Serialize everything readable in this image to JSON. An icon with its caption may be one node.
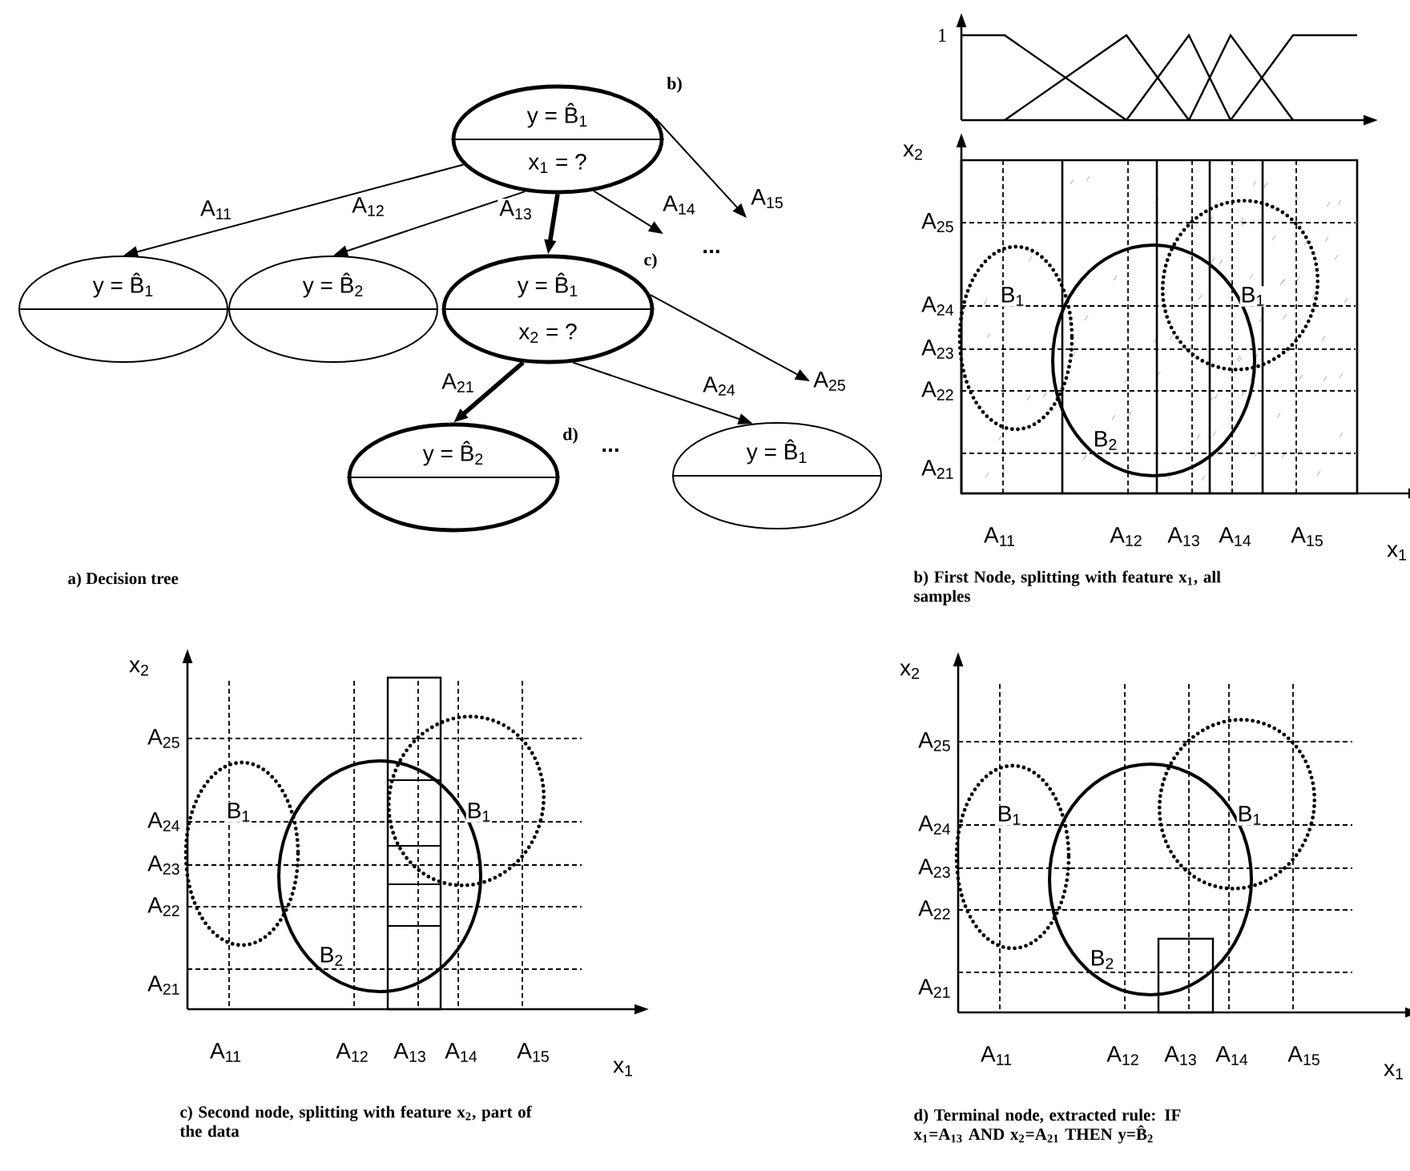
{
  "diagram": {
    "nodes": [
      {
        "text": [
          "y = B̂$_{1}$",
          "x$_{1}$ = ?"
        ],
        "beside": [
          "b)"
        ]
      },
      {
        "text": [
          "y = B̂$_{1}$"
        ]
      },
      {
        "text": [
          "y = B̂$_{2}$"
        ]
      },
      {
        "text": [
          "y = B̂$_{1}$",
          "x$_{2}$ = ?"
        ],
        "beside": [
          "c)"
        ]
      },
      {
        "text": [
          "y = B̂$_{2}$"
        ],
        "beside": [
          "d)"
        ]
      },
      {
        "text": [
          "y = B̂$_{1}$"
        ]
      },
      {
        "text": [
          "A$_{25}$"
        ]
      }
    ],
    "edges": [
      {
        "from": 0,
        "to": 1,
        "arrow": "to",
        "label": "A$_{11}$"
      },
      {
        "from": 0,
        "to": 2,
        "arrow": "to",
        "label": "A$_{12}$"
      },
      {
        "from": 0,
        "to": 3,
        "arrow": "to",
        "label": "A$_{13}$",
        "style": "thick"
      },
      {
        "from": 0,
        "to": null,
        "arrow": "to",
        "label": "A$_{14}$"
      },
      {
        "from": 0,
        "to": null,
        "arrow": "to",
        "label": "A$_{15}$"
      },
      {
        "from": 3,
        "to": 4,
        "arrow": "to",
        "label": "A$_{21}$",
        "style": "thick"
      },
      {
        "from": 3,
        "to": 5,
        "arrow": "to",
        "label": "A$_{24}$"
      },
      {
        "from": 3,
        "to": 6,
        "arrow": "to"
      }
    ],
    "labels": [
      "...",
      "...",
      "a) Decision tree",
      "1",
      "x$_{2}$",
      "A$_{25}$",
      "A$_{24}$",
      "A$_{23}$",
      "A$_{22}$",
      "A$_{21}$",
      "B$_{1}$",
      "B$_{1}$",
      "B$_{2}$",
      "A$_{11}$",
      "A$_{12}$",
      "A$_{13}$",
      "A$_{14}$",
      "A$_{15}$",
      "x$_{1}$",
      "b) First Node, splitting with feature x$_{1}$, all samples",
      "x$_{2}$",
      "A$_{25}$",
      "A$_{24}$",
      "A$_{23}$",
      "A$_{22}$",
      "A$_{21}$",
      "B$_{1}$",
      "B$_{1}$",
      "B$_{2}$",
      "A$_{11}$",
      "A$_{12}$",
      "A$_{13}$",
      "A$_{14}$",
      "A$_{15}$",
      "x$_{1}$",
      "c) Second node, splitting with feature x$_{2}$, part of the data",
      "x$_{2}$",
      "A$_{25}$",
      "A$_{24}$",
      "A$_{23}$",
      "A$_{22}$",
      "A$_{21}$",
      "B$_{1}$",
      "B$_{1}$",
      "B$_{2}$",
      "A$_{11}$",
      "A$_{12}$",
      "A$_{13}$",
      "A$_{14}$",
      "A$_{15}$",
      "x$_{1}$",
      "d) Terminal node, extracted rule: IF x$_{1}$=A$_{13}$ AND x$_{2}$=A$_{21}$ THEN y=B̂$_{2}$"
    ]
  }
}
